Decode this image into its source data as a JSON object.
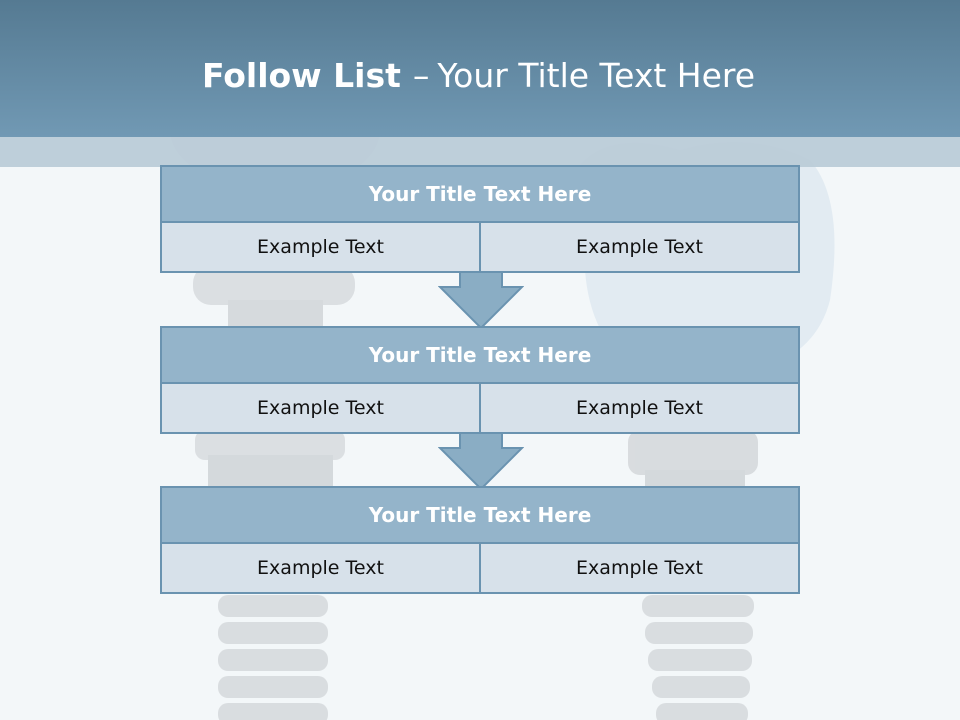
{
  "header": {
    "title_bold": "Follow List",
    "title_dash": "–",
    "title_rest": "Your Title Text Here"
  },
  "steps": [
    {
      "title": "Your Title Text Here",
      "cells": [
        "Example Text",
        "Example Text"
      ]
    },
    {
      "title": "Your Title Text Here",
      "cells": [
        "Example Text",
        "Example Text"
      ]
    },
    {
      "title": "Your Title Text Here",
      "cells": [
        "Example Text",
        "Example Text"
      ]
    }
  ],
  "colors": {
    "header_top": "#557a92",
    "header_bottom": "#7199b4",
    "step_title_fill": "#94b4ca",
    "step_cell_fill": "#d7e1ea",
    "step_border": "#6a93b0",
    "arrow_fill": "#8aadc4"
  },
  "icons": {
    "background": "dental-implant-illustration",
    "connector": "down-arrow-icon"
  }
}
